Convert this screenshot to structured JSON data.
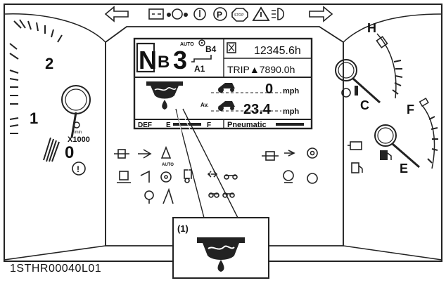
{
  "tach": {
    "digit_2": "2",
    "digit_1": "1",
    "digit_0": "0",
    "unit": "X1000",
    "subunit": "r/min"
  },
  "lcd": {
    "gear_n": "N",
    "gear_b": "B",
    "gear_num": "3",
    "auto_label": "AUTO",
    "b4_label": "B4",
    "a1_label": "A1",
    "hours": "12345.6h",
    "trip": "TRIP▲7890.0h",
    "speed_value": "0",
    "speed_unit": "mph",
    "avg_label": "Av.",
    "avg_value": "23.4",
    "avg_unit": "mph",
    "def_label": "DEF",
    "def_e": "E",
    "def_f": "F",
    "pneumatic": "Pneumatic"
  },
  "right_gauges": {
    "temp_h": "H",
    "temp_c": "C",
    "fuel_f": "F",
    "fuel_e": "E"
  },
  "auto_small": "AUTO",
  "callout": {
    "number": "(1)"
  },
  "caption": "1STHR00040L01",
  "icons": [
    "left-arrow-icon",
    "battery-icon",
    "oil-pressure-icon",
    "glow-plug-icon",
    "parking-brake-icon",
    "stop-icon",
    "warning-triangle-icon",
    "headlight-icon",
    "right-arrow-icon",
    "brake-warning-icon",
    "engine-check-icon",
    "fuel-pump-icon",
    "coolant-level-icon"
  ]
}
